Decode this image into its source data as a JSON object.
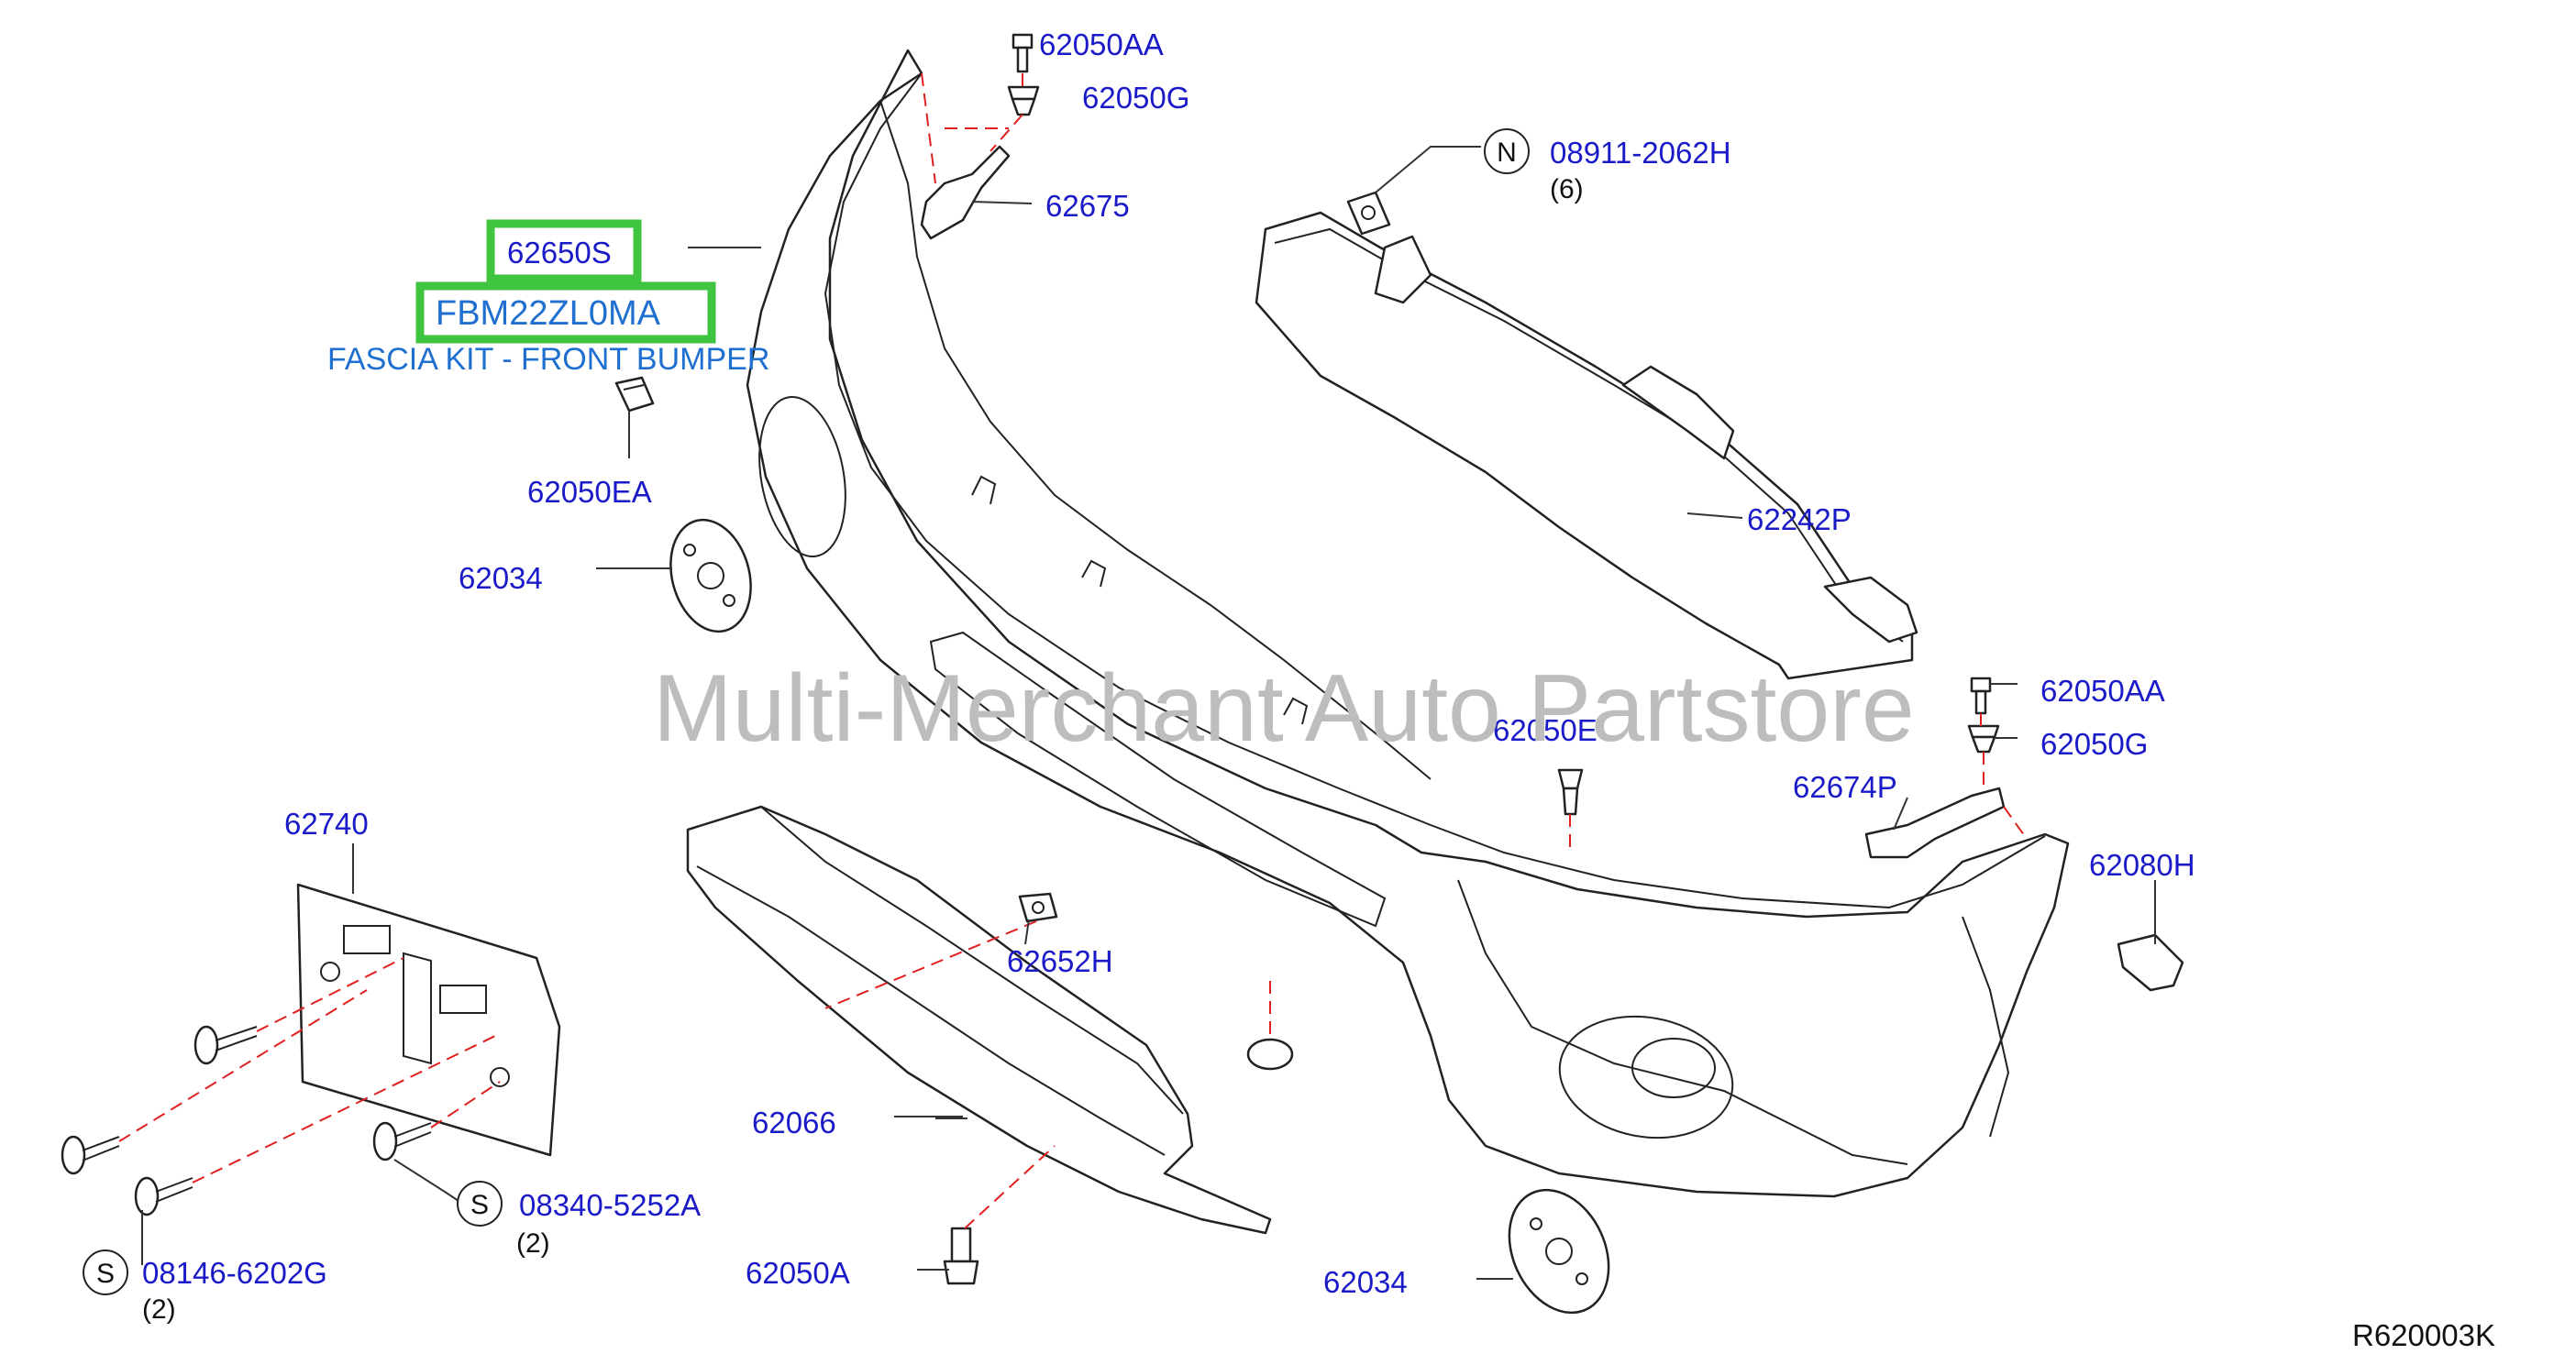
{
  "callouts": {
    "p62050AA_top": "62050AA",
    "p62050G_top": "62050G",
    "p62675": "62675",
    "p08911": "08911-2062H",
    "p08911_qty": "(6)",
    "p62650S": "62650S",
    "pFBM22ZL0MA": "FBM22ZL0MA",
    "fascia_desc": "FASCIA KIT - FRONT BUMPER",
    "p62050EA": "62050EA",
    "p62034_left": "62034",
    "p62242P": "62242P",
    "p62050AA_right": "62050AA",
    "p62050G_right": "62050G",
    "p62050E": "62050E",
    "p62674P": "62674P",
    "p62080H": "62080H",
    "p62740": "62740",
    "p62652H": "62652H",
    "p62066": "62066",
    "p08340": "08340-5252A",
    "p08340_qty": "(2)",
    "p08146": "08146-6202G",
    "p08146_qty": "(2)",
    "p62050A": "62050A",
    "p62034_bottom": "62034"
  },
  "symbols": {
    "n": "N",
    "s": "S"
  },
  "watermark": "Multi-Merchant Auto Partstore",
  "reference": "R620003K",
  "colors": {
    "callout": "#1a1ac8",
    "description": "#1e6fd0",
    "highlight": "#3fc43f",
    "dashed_line": "#e02020"
  }
}
